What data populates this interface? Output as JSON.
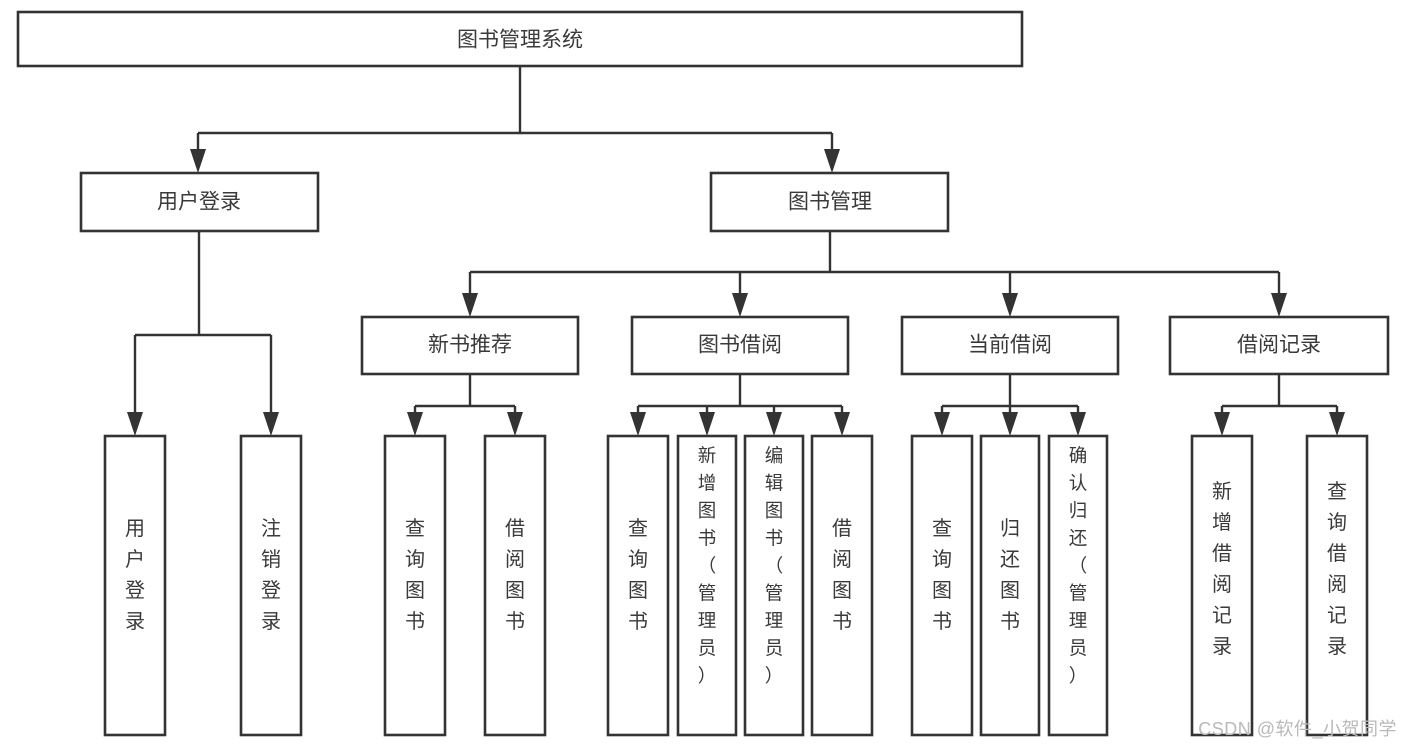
{
  "diagram": {
    "type": "tree",
    "title": "图书管理系统",
    "watermark": "CSDN @软件_小贺同学",
    "colors": {
      "box_stroke": "#333333",
      "box_fill": "#ffffff",
      "text": "#3a3a3a",
      "connector": "#333333",
      "watermark": "#b9b9b9",
      "background": "#ffffff"
    },
    "levels": {
      "root": "图书管理系统",
      "level2": [
        "用户登录",
        "图书管理"
      ],
      "level3": [
        "新书推荐",
        "图书借阅",
        "当前借阅",
        "借阅记录"
      ]
    },
    "nodes": {
      "root": {
        "id": "root",
        "label": "图书管理系统",
        "orientation": "horizontal"
      },
      "user_login": {
        "id": "user_login",
        "label": "用户登录",
        "orientation": "horizontal"
      },
      "book_manage": {
        "id": "book_manage",
        "label": "图书管理",
        "orientation": "horizontal"
      },
      "new_book_rec": {
        "id": "new_book_rec",
        "label": "新书推荐",
        "orientation": "horizontal"
      },
      "book_borrow": {
        "id": "book_borrow",
        "label": "图书借阅",
        "orientation": "horizontal"
      },
      "current_borrow": {
        "id": "current_borrow",
        "label": "当前借阅",
        "orientation": "horizontal"
      },
      "borrow_record": {
        "id": "borrow_record",
        "label": "借阅记录",
        "orientation": "horizontal"
      },
      "leaf_1": {
        "id": "leaf_1",
        "label": "用户登录",
        "orientation": "vertical",
        "parent": "用户登录"
      },
      "leaf_2": {
        "id": "leaf_2",
        "label": "注销登录",
        "orientation": "vertical",
        "parent": "用户登录"
      },
      "leaf_3": {
        "id": "leaf_3",
        "label": "查询图书",
        "orientation": "vertical",
        "parent": "新书推荐"
      },
      "leaf_4": {
        "id": "leaf_4",
        "label": "借阅图书",
        "orientation": "vertical",
        "parent": "新书推荐"
      },
      "leaf_5": {
        "id": "leaf_5",
        "label": "查询图书",
        "orientation": "vertical",
        "parent": "图书借阅"
      },
      "leaf_6": {
        "id": "leaf_6",
        "label": "新增图书（管理员）",
        "orientation": "vertical",
        "parent": "图书借阅"
      },
      "leaf_7": {
        "id": "leaf_7",
        "label": "编辑图书（管理员）",
        "orientation": "vertical",
        "parent": "图书借阅"
      },
      "leaf_8": {
        "id": "leaf_8",
        "label": "借阅图书",
        "orientation": "vertical",
        "parent": "图书借阅"
      },
      "leaf_9": {
        "id": "leaf_9",
        "label": "查询图书",
        "orientation": "vertical",
        "parent": "当前借阅"
      },
      "leaf_10": {
        "id": "leaf_10",
        "label": "归还图书",
        "orientation": "vertical",
        "parent": "当前借阅"
      },
      "leaf_11": {
        "id": "leaf_11",
        "label": "确认归还（管理员）",
        "orientation": "vertical",
        "parent": "当前借阅"
      },
      "leaf_12": {
        "id": "leaf_12",
        "label": "新增借阅记录",
        "orientation": "vertical",
        "parent": "借阅记录"
      },
      "leaf_13": {
        "id": "leaf_13",
        "label": "查询借阅记录",
        "orientation": "vertical",
        "parent": "借阅记录"
      }
    },
    "edges": [
      {
        "from": "图书管理系统",
        "to": "用户登录"
      },
      {
        "from": "图书管理系统",
        "to": "图书管理"
      },
      {
        "from": "用户登录",
        "to": "用户登录"
      },
      {
        "from": "用户登录",
        "to": "注销登录"
      },
      {
        "from": "图书管理",
        "to": "新书推荐"
      },
      {
        "from": "图书管理",
        "to": "图书借阅"
      },
      {
        "from": "图书管理",
        "to": "当前借阅"
      },
      {
        "from": "图书管理",
        "to": "借阅记录"
      },
      {
        "from": "新书推荐",
        "to": "查询图书"
      },
      {
        "from": "新书推荐",
        "to": "借阅图书"
      },
      {
        "from": "图书借阅",
        "to": "查询图书"
      },
      {
        "from": "图书借阅",
        "to": "新增图书（管理员）"
      },
      {
        "from": "图书借阅",
        "to": "编辑图书（管理员）"
      },
      {
        "from": "图书借阅",
        "to": "借阅图书"
      },
      {
        "from": "当前借阅",
        "to": "查询图书"
      },
      {
        "from": "当前借阅",
        "to": "归还图书"
      },
      {
        "from": "当前借阅",
        "to": "确认归还（管理员）"
      },
      {
        "from": "借阅记录",
        "to": "新增借阅记录"
      },
      {
        "from": "借阅记录",
        "to": "查询借阅记录"
      }
    ]
  }
}
